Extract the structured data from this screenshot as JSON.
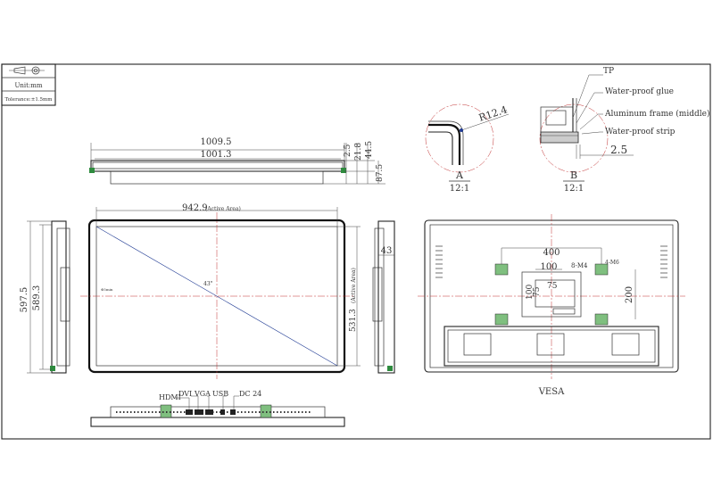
{
  "title_block": {
    "unit": "Unit:mm",
    "tolerance": "Tolerance:±1.5mm"
  },
  "top_view": {
    "overall_width": "1009.5",
    "inner_width": "1001.3",
    "dims_right": [
      "2.5",
      "21.8",
      "44.5",
      "87.5"
    ]
  },
  "detail_a": {
    "radius": "R12.4",
    "label": "A",
    "scale": "12:1"
  },
  "detail_b": {
    "callouts": [
      "TP",
      "Water-proof glue",
      "Aluminum frame (middle)",
      "Water-proof strip"
    ],
    "gap": "2.5",
    "label": "B",
    "scale": "12:1"
  },
  "front_view": {
    "active_width": "942.9",
    "active_width_note": "(Active Area)",
    "active_height": "531.3",
    "active_height_note": "(Active Area)",
    "overall_height": "597.5",
    "bezel_height": "589.3",
    "diagonal": "43\"",
    "hole_note": "Φ5min"
  },
  "side_view": {
    "depth": "43"
  },
  "rear_view": {
    "vesa_h": "400",
    "vesa_inner_h": "100",
    "screw_note": "8-M4",
    "inner_75_h": "75",
    "mount_note": "4-M6",
    "vesa_v": "200",
    "inner_100_v": "100",
    "inner_75_v": "75",
    "caption": "VESA"
  },
  "bottom_view": {
    "ports": [
      "HDMI",
      "DVI",
      "VGA",
      "USB",
      "DC 24"
    ]
  }
}
